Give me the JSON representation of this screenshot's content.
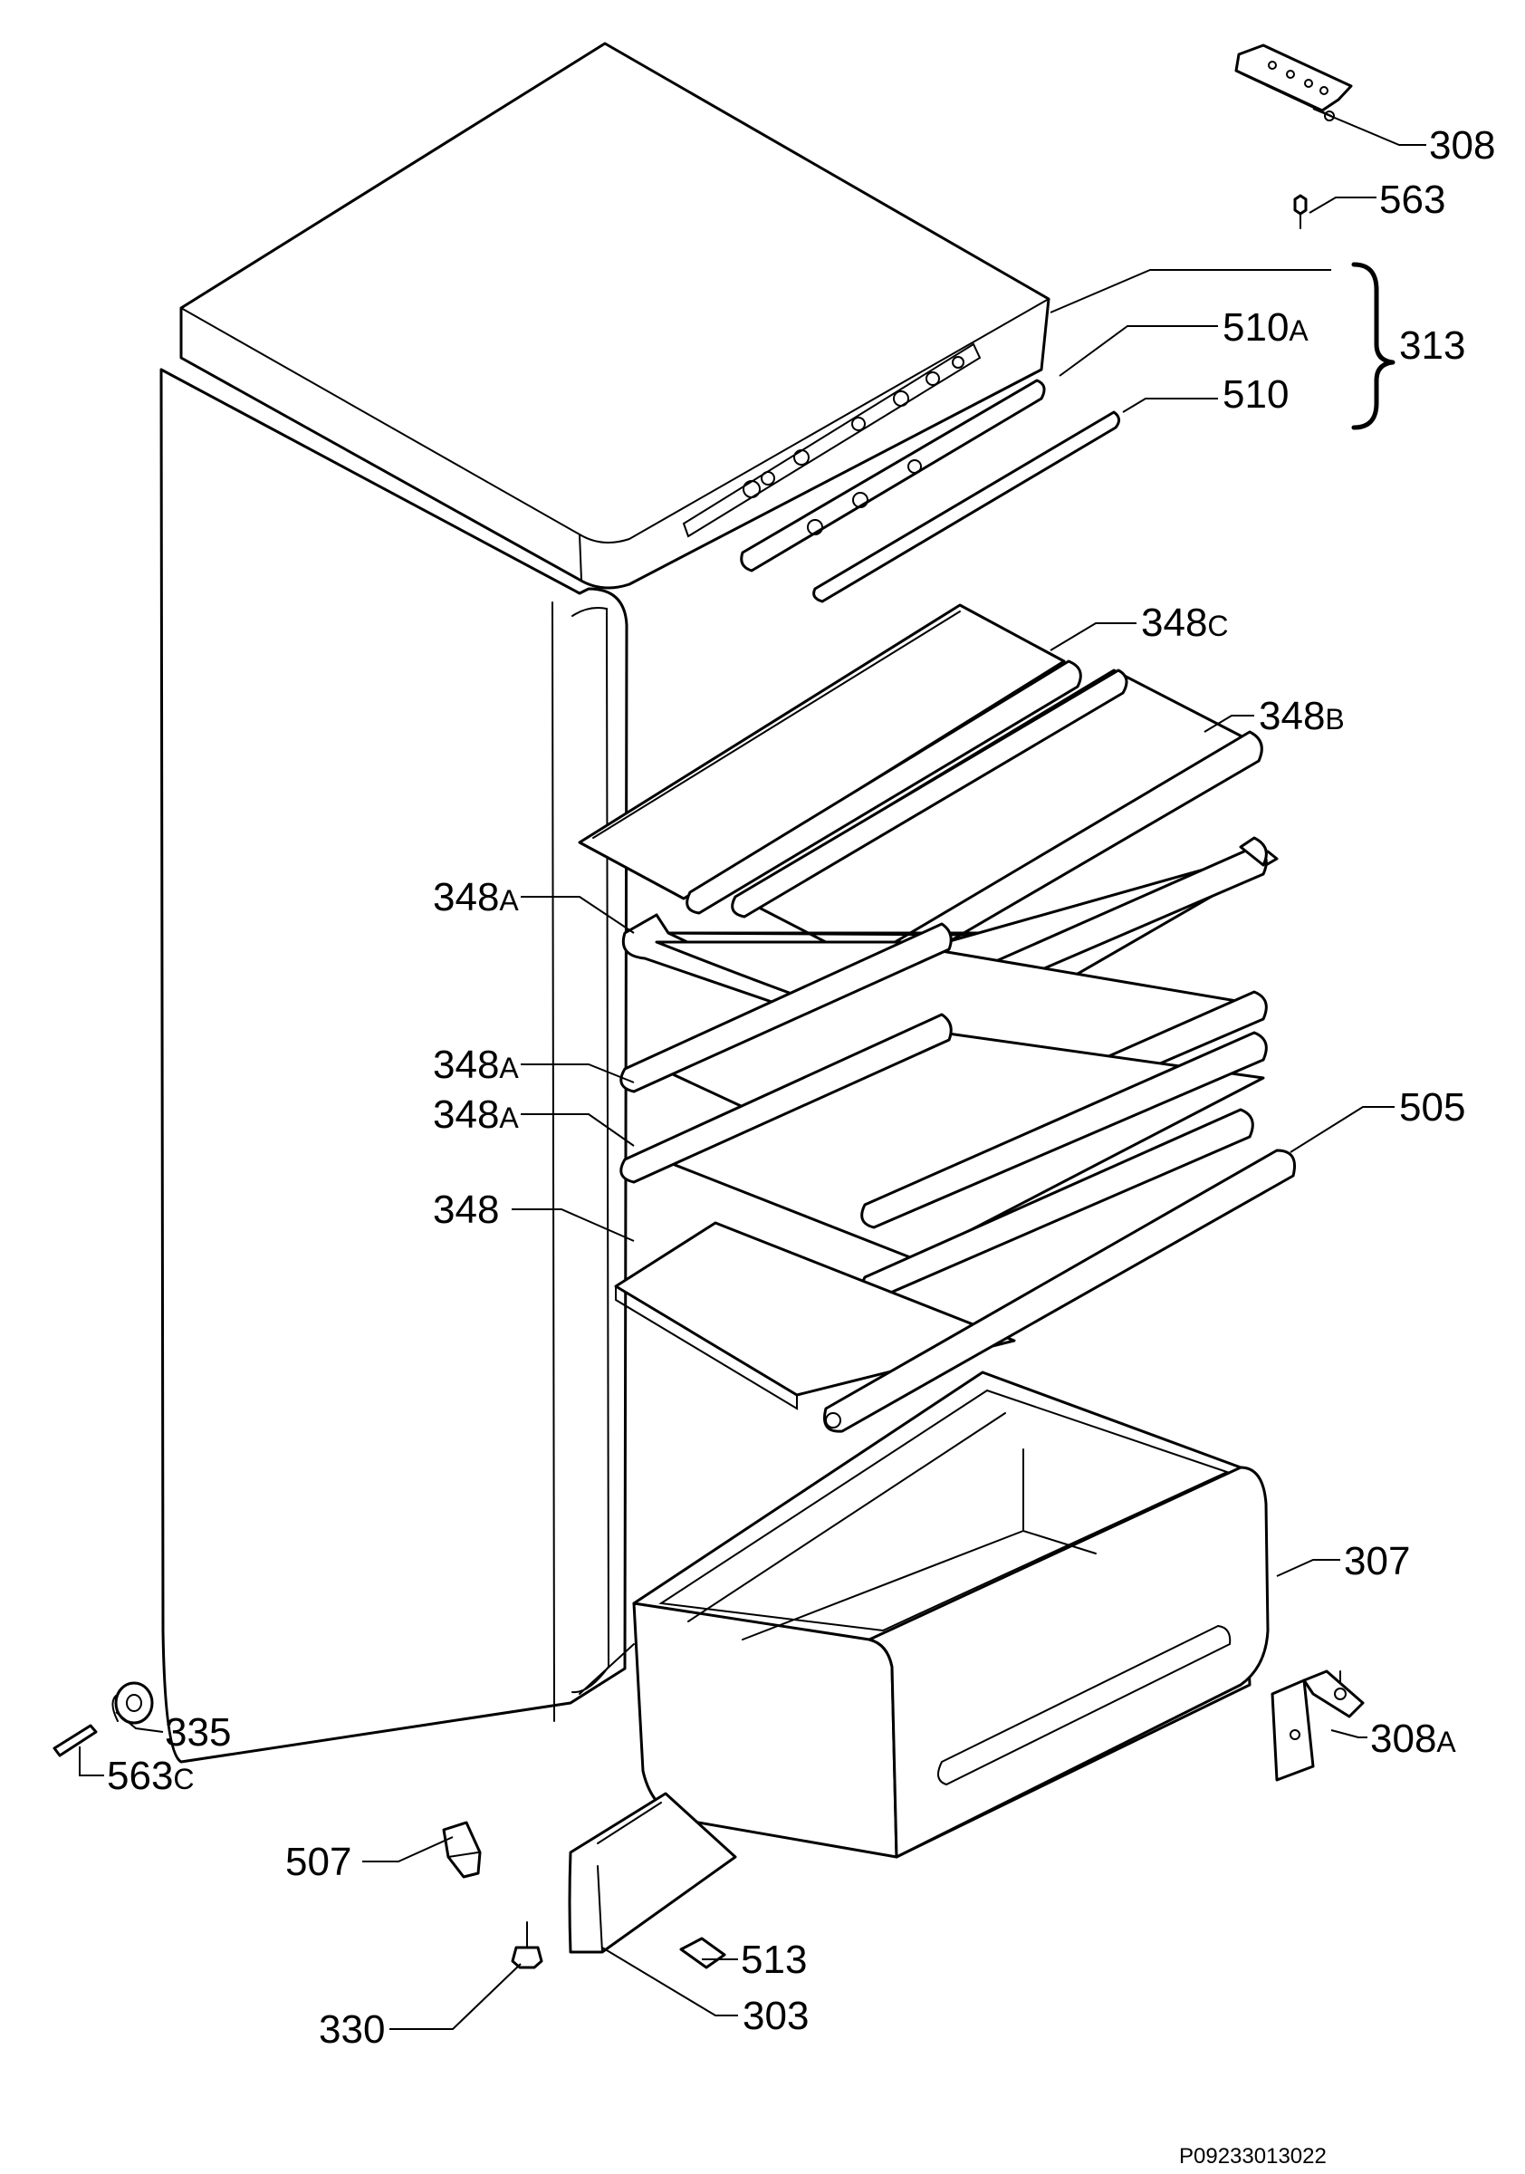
{
  "callouts": {
    "c308": {
      "num": "308",
      "suffix": ""
    },
    "c563": {
      "num": "563",
      "suffix": ""
    },
    "c510a": {
      "num": "510",
      "suffix": "A"
    },
    "c510": {
      "num": "510",
      "suffix": ""
    },
    "c313": {
      "num": "313",
      "suffix": ""
    },
    "c348c": {
      "num": "348",
      "suffix": "C"
    },
    "c348b": {
      "num": "348",
      "suffix": "B"
    },
    "c348a1": {
      "num": "348",
      "suffix": "A"
    },
    "c348a2": {
      "num": "348",
      "suffix": "A"
    },
    "c348a3": {
      "num": "348",
      "suffix": "A"
    },
    "c348": {
      "num": "348",
      "suffix": ""
    },
    "c505": {
      "num": "505",
      "suffix": ""
    },
    "c307": {
      "num": "307",
      "suffix": ""
    },
    "c335": {
      "num": "335",
      "suffix": ""
    },
    "c563c": {
      "num": "563",
      "suffix": "C"
    },
    "c308a": {
      "num": "308",
      "suffix": "A"
    },
    "c507": {
      "num": "507",
      "suffix": ""
    },
    "c513": {
      "num": "513",
      "suffix": ""
    },
    "c330": {
      "num": "330",
      "suffix": ""
    },
    "c303": {
      "num": "303",
      "suffix": ""
    }
  },
  "drawing_code": "P09233013022"
}
